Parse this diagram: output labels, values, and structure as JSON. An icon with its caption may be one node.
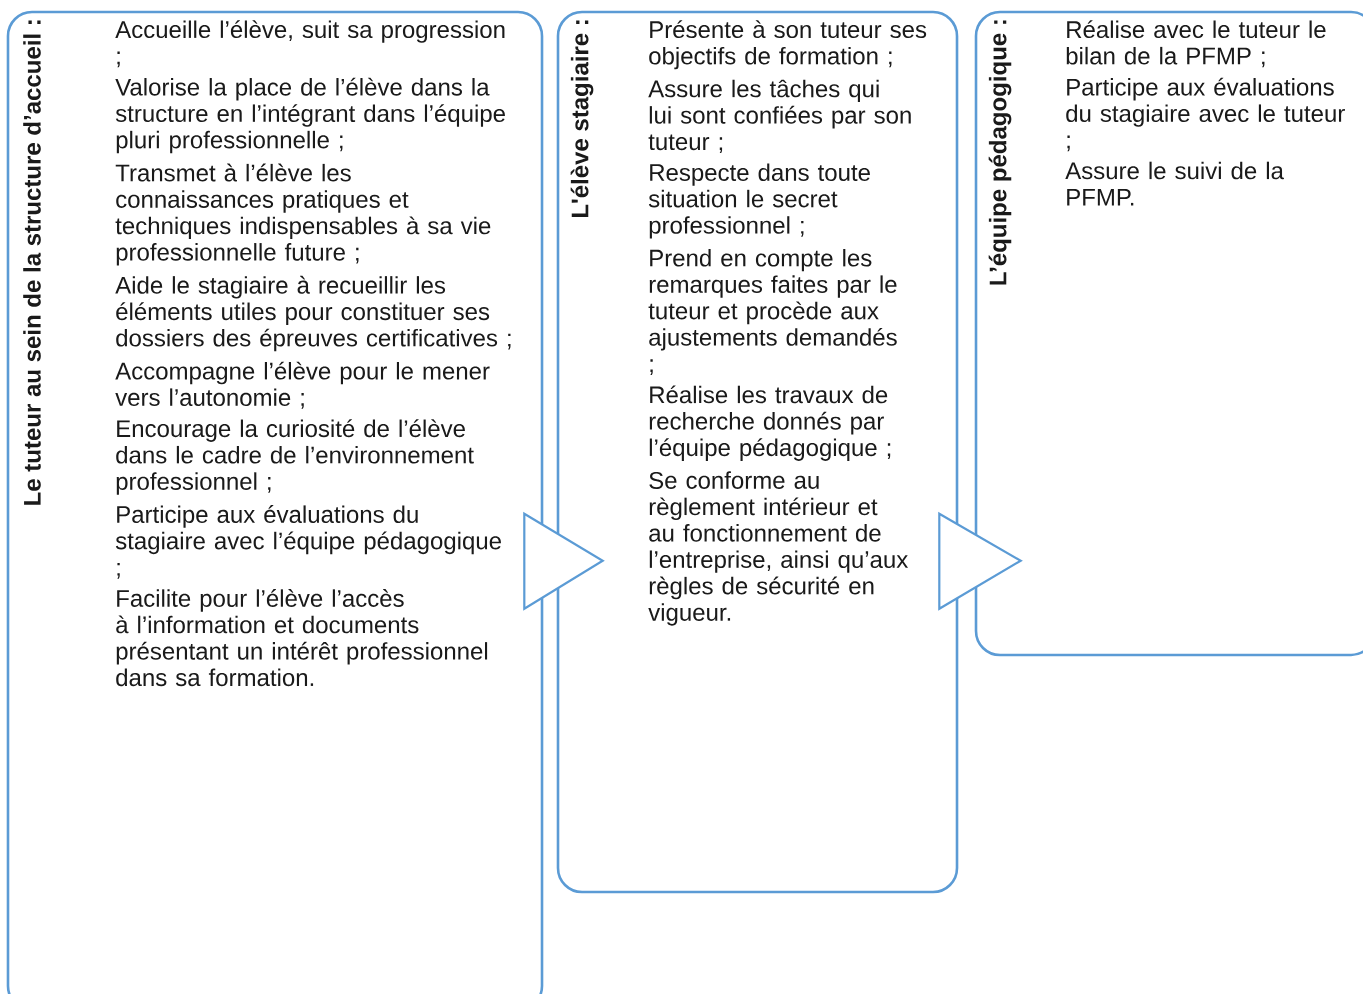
{
  "diagram": {
    "nodes": [
      {
        "text": [
          "Le tuteur au sein de la structure d’accueil :",
          "Accueille l’élève, suit sa progression ;",
          "Valorise la place de l’élève dans la structure en l’intégrant dans l’équipe pluri professionnelle ;",
          "Transmet à l’élève les connaissances pratiques et techniques indispensables à sa vie professionnelle future ;",
          "Aide le stagiaire à recueillir les éléments utiles pour constituer ses dossiers des épreuves certificatives ;",
          "Accompagne l’élève pour le mener vers l’autonomie ;",
          "Encourage la curiosité de l’élève dans le cadre de l’environnement professionnel ;",
          "Participe aux évaluations du stagiaire avec l’équipe pédagogique ;",
          "Facilite pour l’élève l’accès à l’information et documents présentant un intérêt professionnel dans sa formation."
        ]
      },
      {
        "text": [
          "L'élève stagiaire :",
          "Présente à son tuteur ses objectifs de formation ;",
          "Assure les tâches qui lui sont confiées par son tuteur ;",
          "Respecte dans toute situation le secret professionnel ;",
          "Prend en compte les remarques faites par le tuteur et procède aux ajustements demandés ;",
          "Réalise les travaux de recherche donnés par l’équipe pédagogique ;",
          "Se conforme au règlement intérieur et au fonctionnement de l’entreprise, ainsi qu’aux règles de sécurité en vigueur."
        ]
      },
      {
        "text": [
          "L’équipe pédagogique :",
          "Réalise avec le tuteur le bilan de la PFMP ;",
          "Participe aux évaluations du stagiaire avec le tuteur ;",
          "Assure le suivi de la PFMP."
        ]
      }
    ],
    "edges": [
      {
        "from": 0,
        "to": 1,
        "arrow": "to"
      },
      {
        "from": 1,
        "to": 2,
        "arrow": "to"
      }
    ]
  }
}
